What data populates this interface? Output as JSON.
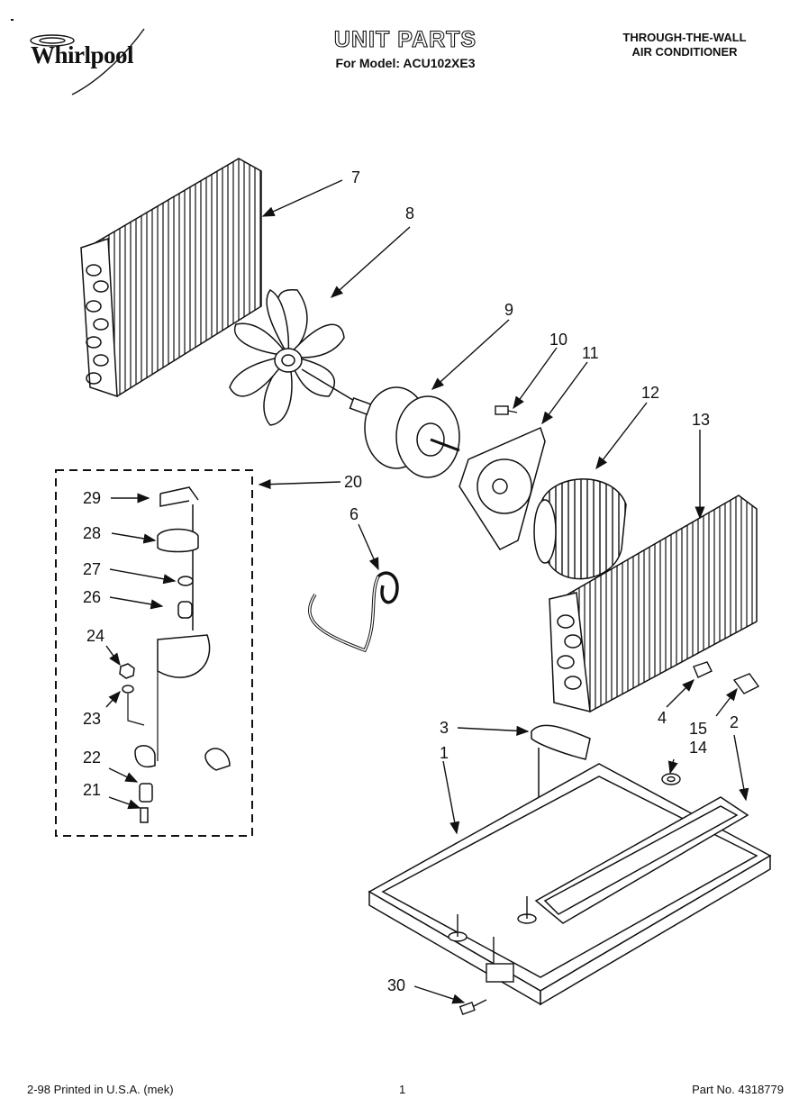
{
  "header": {
    "brand": "Whirlpool",
    "title": "UNIT PARTS",
    "model_line": "For Model: ACU102XE3",
    "product_line1": "THROUGH-THE-WALL",
    "product_line2": "AIR CONDITIONER"
  },
  "callouts": [
    "7",
    "8",
    "9",
    "10",
    "11",
    "12",
    "13",
    "20",
    "6",
    "29",
    "28",
    "27",
    "26",
    "24",
    "23",
    "22",
    "21",
    "4",
    "15",
    "14",
    "2",
    "3",
    "1",
    "30"
  ],
  "footer": {
    "left": "2-98 Printed in U.S.A. (mek)",
    "page": "1",
    "right": "Part No. 4318779"
  }
}
